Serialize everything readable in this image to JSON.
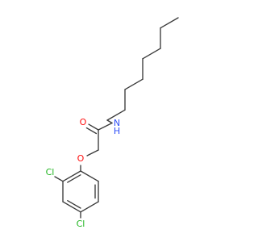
{
  "molecule": {
    "atoms": {
      "o_carbonyl": {
        "symbol": "O",
        "color": "#ff0d0d"
      },
      "n_amide": {
        "symbol": "N",
        "color": "#3050f8"
      },
      "o_ether": {
        "symbol": "O",
        "color": "#ff0d0d"
      },
      "cl_ortho": {
        "symbol": "Cl",
        "color": "#1fb41f"
      },
      "cl_para": {
        "symbol": "Cl",
        "color": "#1fb41f"
      }
    },
    "bond_color": "#3a3a3a",
    "background": "#ffffff"
  }
}
